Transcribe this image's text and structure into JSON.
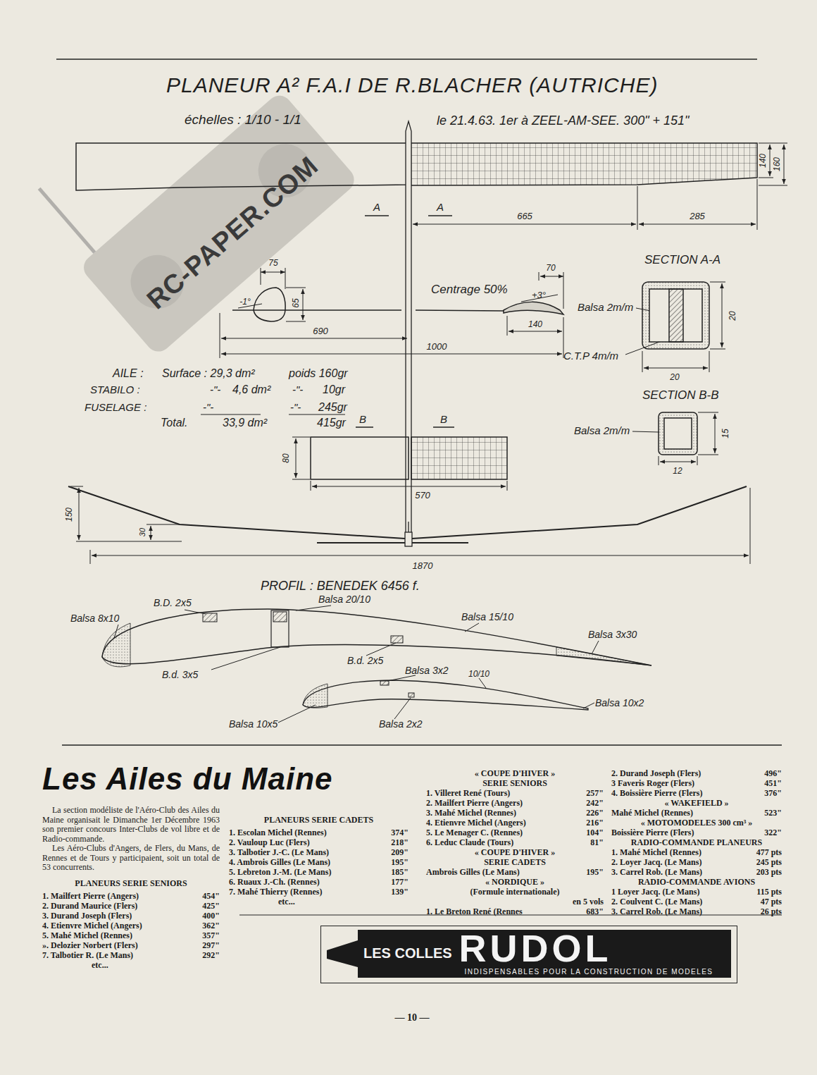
{
  "diagram": {
    "title": "PLANEUR A² F.A.I DE R.BLACHER (AUTRICHE)",
    "nodes": [
      {
        "text": [
          "LES COLLES",
          "RUDOL",
          "INDISPENSABLES POUR LA CONSTRUCTION DE MODELES"
        ]
      }
    ],
    "labels": [
      "échelles : 1/10 - 1/1",
      "le 21.4.63. 1er à ZEEL-AM-SEE. 300\" + 151\"",
      "140",
      "160",
      "A",
      "A",
      "665",
      "285",
      "SECTION A-A",
      "75",
      "-1°",
      "65",
      "70",
      "Centrage 50%",
      "+3°",
      "Balsa 2m/m",
      "20",
      "690",
      "140",
      "1000",
      "C.T.P 4m/m",
      "20",
      "AILE :",
      "Surface : 29,3 dm²",
      "poids 160gr",
      "STABILO :",
      "-\"-",
      "4,6 dm²",
      "-\"-",
      "10gr",
      "FUSELAGE :",
      "-\"-",
      "-\"-",
      "245gr",
      "Total.",
      "33,9 dm²",
      "415gr",
      "B",
      "B",
      "SECTION B-B",
      "Balsa 2m/m",
      "15",
      "12",
      "80",
      "570",
      "150",
      "30",
      "1870",
      "PROFIL : BENEDEK 6456 f.",
      "B.D. 2x5",
      "Balsa 20/10",
      "Balsa 8x10",
      "Balsa 15/10",
      "Balsa 3x30",
      "B.d. 3x5",
      "B.d. 2x5",
      "Balsa 3x2",
      "10/10",
      "Balsa 10x2",
      "Balsa 10x5",
      "Balsa 2x2",
      "RC-PAPER.COM",
      "Les Ailes du Maine",
      "La section modéliste de l'Aéro-Club des Ailes du Maine organisait le Dimanche 1er Décembre 1963 son premier concours Inter-Clubs de vol libre et de Radio-commande.",
      "Les Aéro-Clubs d'Angers, de Flers, du Mans, de Rennes et de Tours y participaient, soit un total de 53 concurrents.",
      "PLANEURS SERIE SENIORS",
      "1. Mailfert Pierre (Angers)",
      "454\"",
      "2. Durand Maurice (Flers)",
      "425\"",
      "3. Durand Joseph (Flers)",
      "400\"",
      "4. Etienvre Michel (Angers)",
      "362\"",
      "5. Mahé Michel (Rennes)",
      "357\"",
      "». Delozier Norbert (Flers)",
      "297\"",
      "7. Talbotier R. (Le Mans)",
      "292\"",
      "etc...",
      "PLANEURS SERIE CADETS",
      "1. Escolan Michel (Rennes)",
      "374\"",
      "2. Vauloup Luc (Flers)",
      "218\"",
      "3. Talbotier J.-C. (Le Mans)",
      "209\"",
      "4. Ambrois Gilles (Le Mans)",
      "195\"",
      "5. Lebreton J.-M. (Le Mans)",
      "185\"",
      "6. Ruaux J.-Ch. (Rennes)",
      "177\"",
      "7. Mahé Thierry (Rennes)",
      "139\"",
      "etc...",
      "« COUPE D'HIVER »",
      "SERIE SENIORS",
      "1. Villeret René (Tours)",
      "257\"",
      "2. Mailfert Pierre (Angers)",
      "242\"",
      "3. Mahé Michel (Rennes)",
      "226\"",
      "4. Etienvre Michel (Angers)",
      "216\"",
      "5. Le Menager C. (Rennes)",
      "104\"",
      "6. Leduc Claude (Tours)",
      "81\"",
      "« COUPE D'HIVER »",
      "SERIE CADETS",
      "Ambrois Gilles (Le Mans)",
      "195\"",
      "« NORDIQUE »",
      "(Formule internationale)",
      "en 5 vols",
      "1. Le Breton René (Rennes",
      "683\"",
      "2. Durand Joseph (Flers)",
      "496\"",
      "3 Faveris Roger (Flers)",
      "451\"",
      "4. Boissière Pierre (Flers)",
      "376\"",
      "« WAKEFIELD »",
      "Mahé Michel (Rennes)",
      "523\"",
      "« MOTOMODELES 300 cm³ »",
      "Boissière Pierre (Flers)",
      "322\"",
      "RADIO-COMMANDE PLANEURS",
      "1. Mahé Michel (Rennes)",
      "477 pts",
      "2. Loyer Jacq. (Le Mans)",
      "245 pts",
      "3. Carrel Rob. (Le Mans)",
      "203 pts",
      "RADIO-COMMANDE AVIONS",
      "1 Loyer Jacq. (Le Mans)",
      "115 pts",
      "2. Coulvent C. (Le Mans)",
      "47 pts",
      "3. Carrel Rob. (Le Mans)",
      "26 pts",
      "— 10 —"
    ]
  }
}
